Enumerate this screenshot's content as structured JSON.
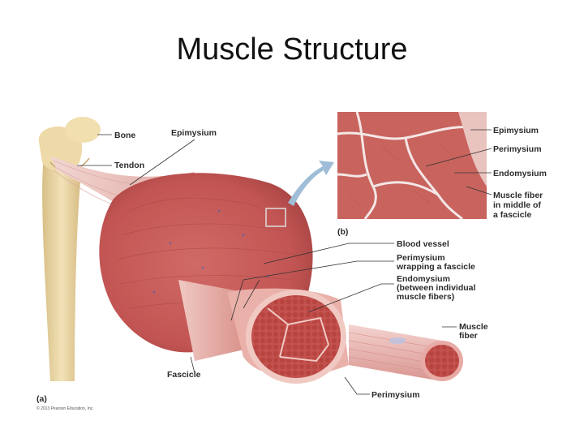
{
  "slide": {
    "title": "Muscle Structure"
  },
  "figure": {
    "panel_a": "(a)",
    "panel_b": "(b)",
    "copyright": "© 2013 Pearson Education, Inc.",
    "labels_a": {
      "bone": "Bone",
      "tendon": "Tendon",
      "epimysium": "Epimysium",
      "blood_vessel": "Blood vessel",
      "perimysium_wrap": [
        "Perimysium",
        "wrapping a fascicle"
      ],
      "endomysium": [
        "Endomysium",
        "(between individual",
        "muscle fibers)"
      ],
      "muscle_fiber": [
        "Muscle",
        "fiber"
      ],
      "fascicle": "Fascicle",
      "perimysium": "Perimysium"
    },
    "labels_b": {
      "epimysium": "Epimysium",
      "perimysium": "Perimysium",
      "endomysium": "Endomysium",
      "muscle_fiber": [
        "Muscle fiber",
        "in middle of",
        "a fascicle"
      ]
    },
    "colors": {
      "muscle": "#c65a58",
      "muscle_dark": "#9e3f3e",
      "connective": "#e9b7b1",
      "bone": "#ecd7a8",
      "micrograph": "#c8635e",
      "arrow": "#9fbdd6"
    }
  }
}
